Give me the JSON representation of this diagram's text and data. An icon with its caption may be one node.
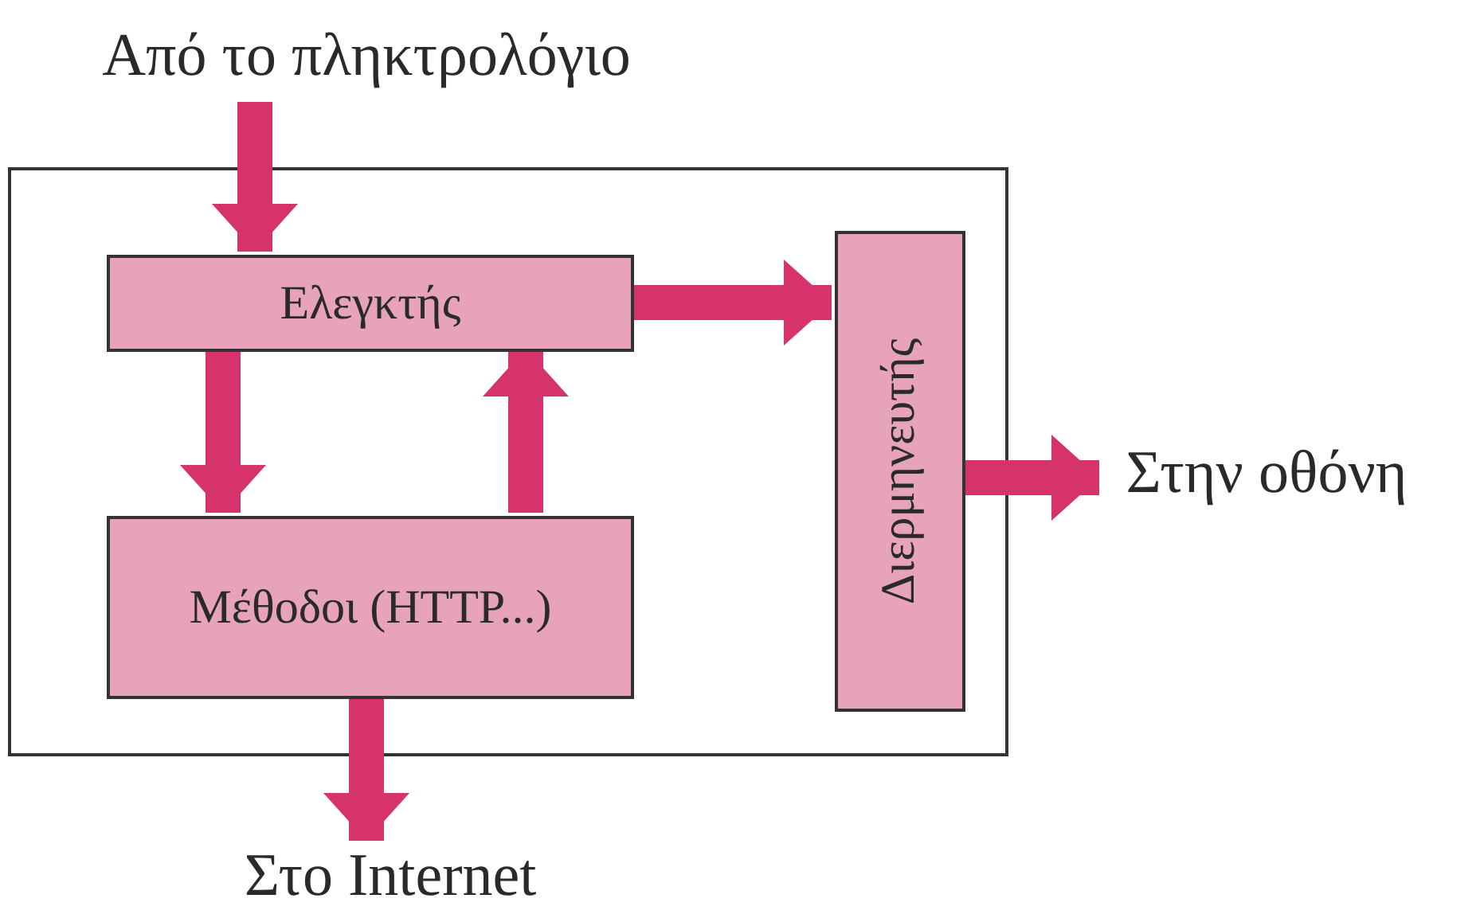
{
  "diagram": {
    "nodes": [
      {
        "text": [
          "Από το πληκτρολόγιο"
        ]
      },
      {
        "text": [],
        "shape": "box"
      },
      {
        "text": [
          "Ελεγκτής"
        ],
        "in": 1
      },
      {
        "text": [
          "Διερμηνευτής"
        ],
        "in": 1
      },
      {
        "text": [
          "Μέθοδοι (HTTP...)"
        ],
        "in": 1
      },
      {
        "text": [
          "Στην οθόνη"
        ]
      },
      {
        "text": [
          "Στο Internet"
        ]
      }
    ],
    "edges": [
      {
        "from": 0,
        "to": 2,
        "arrow": "to"
      },
      {
        "from": 2,
        "to": 3,
        "arrow": "to"
      },
      {
        "from": 2,
        "to": 4,
        "arrow": "to"
      },
      {
        "from": 4,
        "to": 2,
        "arrow": "to"
      },
      {
        "from": 3,
        "to": 5,
        "arrow": "to"
      },
      {
        "from": 4,
        "to": 6,
        "arrow": "to"
      }
    ]
  }
}
